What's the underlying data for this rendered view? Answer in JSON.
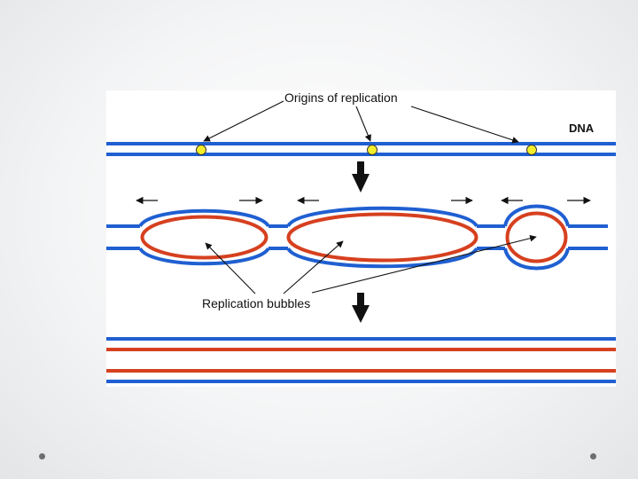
{
  "diagram": {
    "labels": {
      "origins": "Origins of replication",
      "dna": "DNA",
      "bubbles": "Replication bubbles"
    },
    "colors": {
      "parent_strand": "#1f5fd1",
      "new_strand": "#d6401f",
      "origin_marker": "#f3ee2a",
      "arrow": "#111111",
      "background": "#ffffff"
    },
    "stages": [
      "unreplicated DNA with origins",
      "replication bubbles",
      "replicated daughter DNA"
    ],
    "origin_count": 3,
    "bubble_count": 3
  },
  "slide": {
    "decorations": [
      "bullet-dot-left",
      "bullet-dot-right"
    ]
  }
}
